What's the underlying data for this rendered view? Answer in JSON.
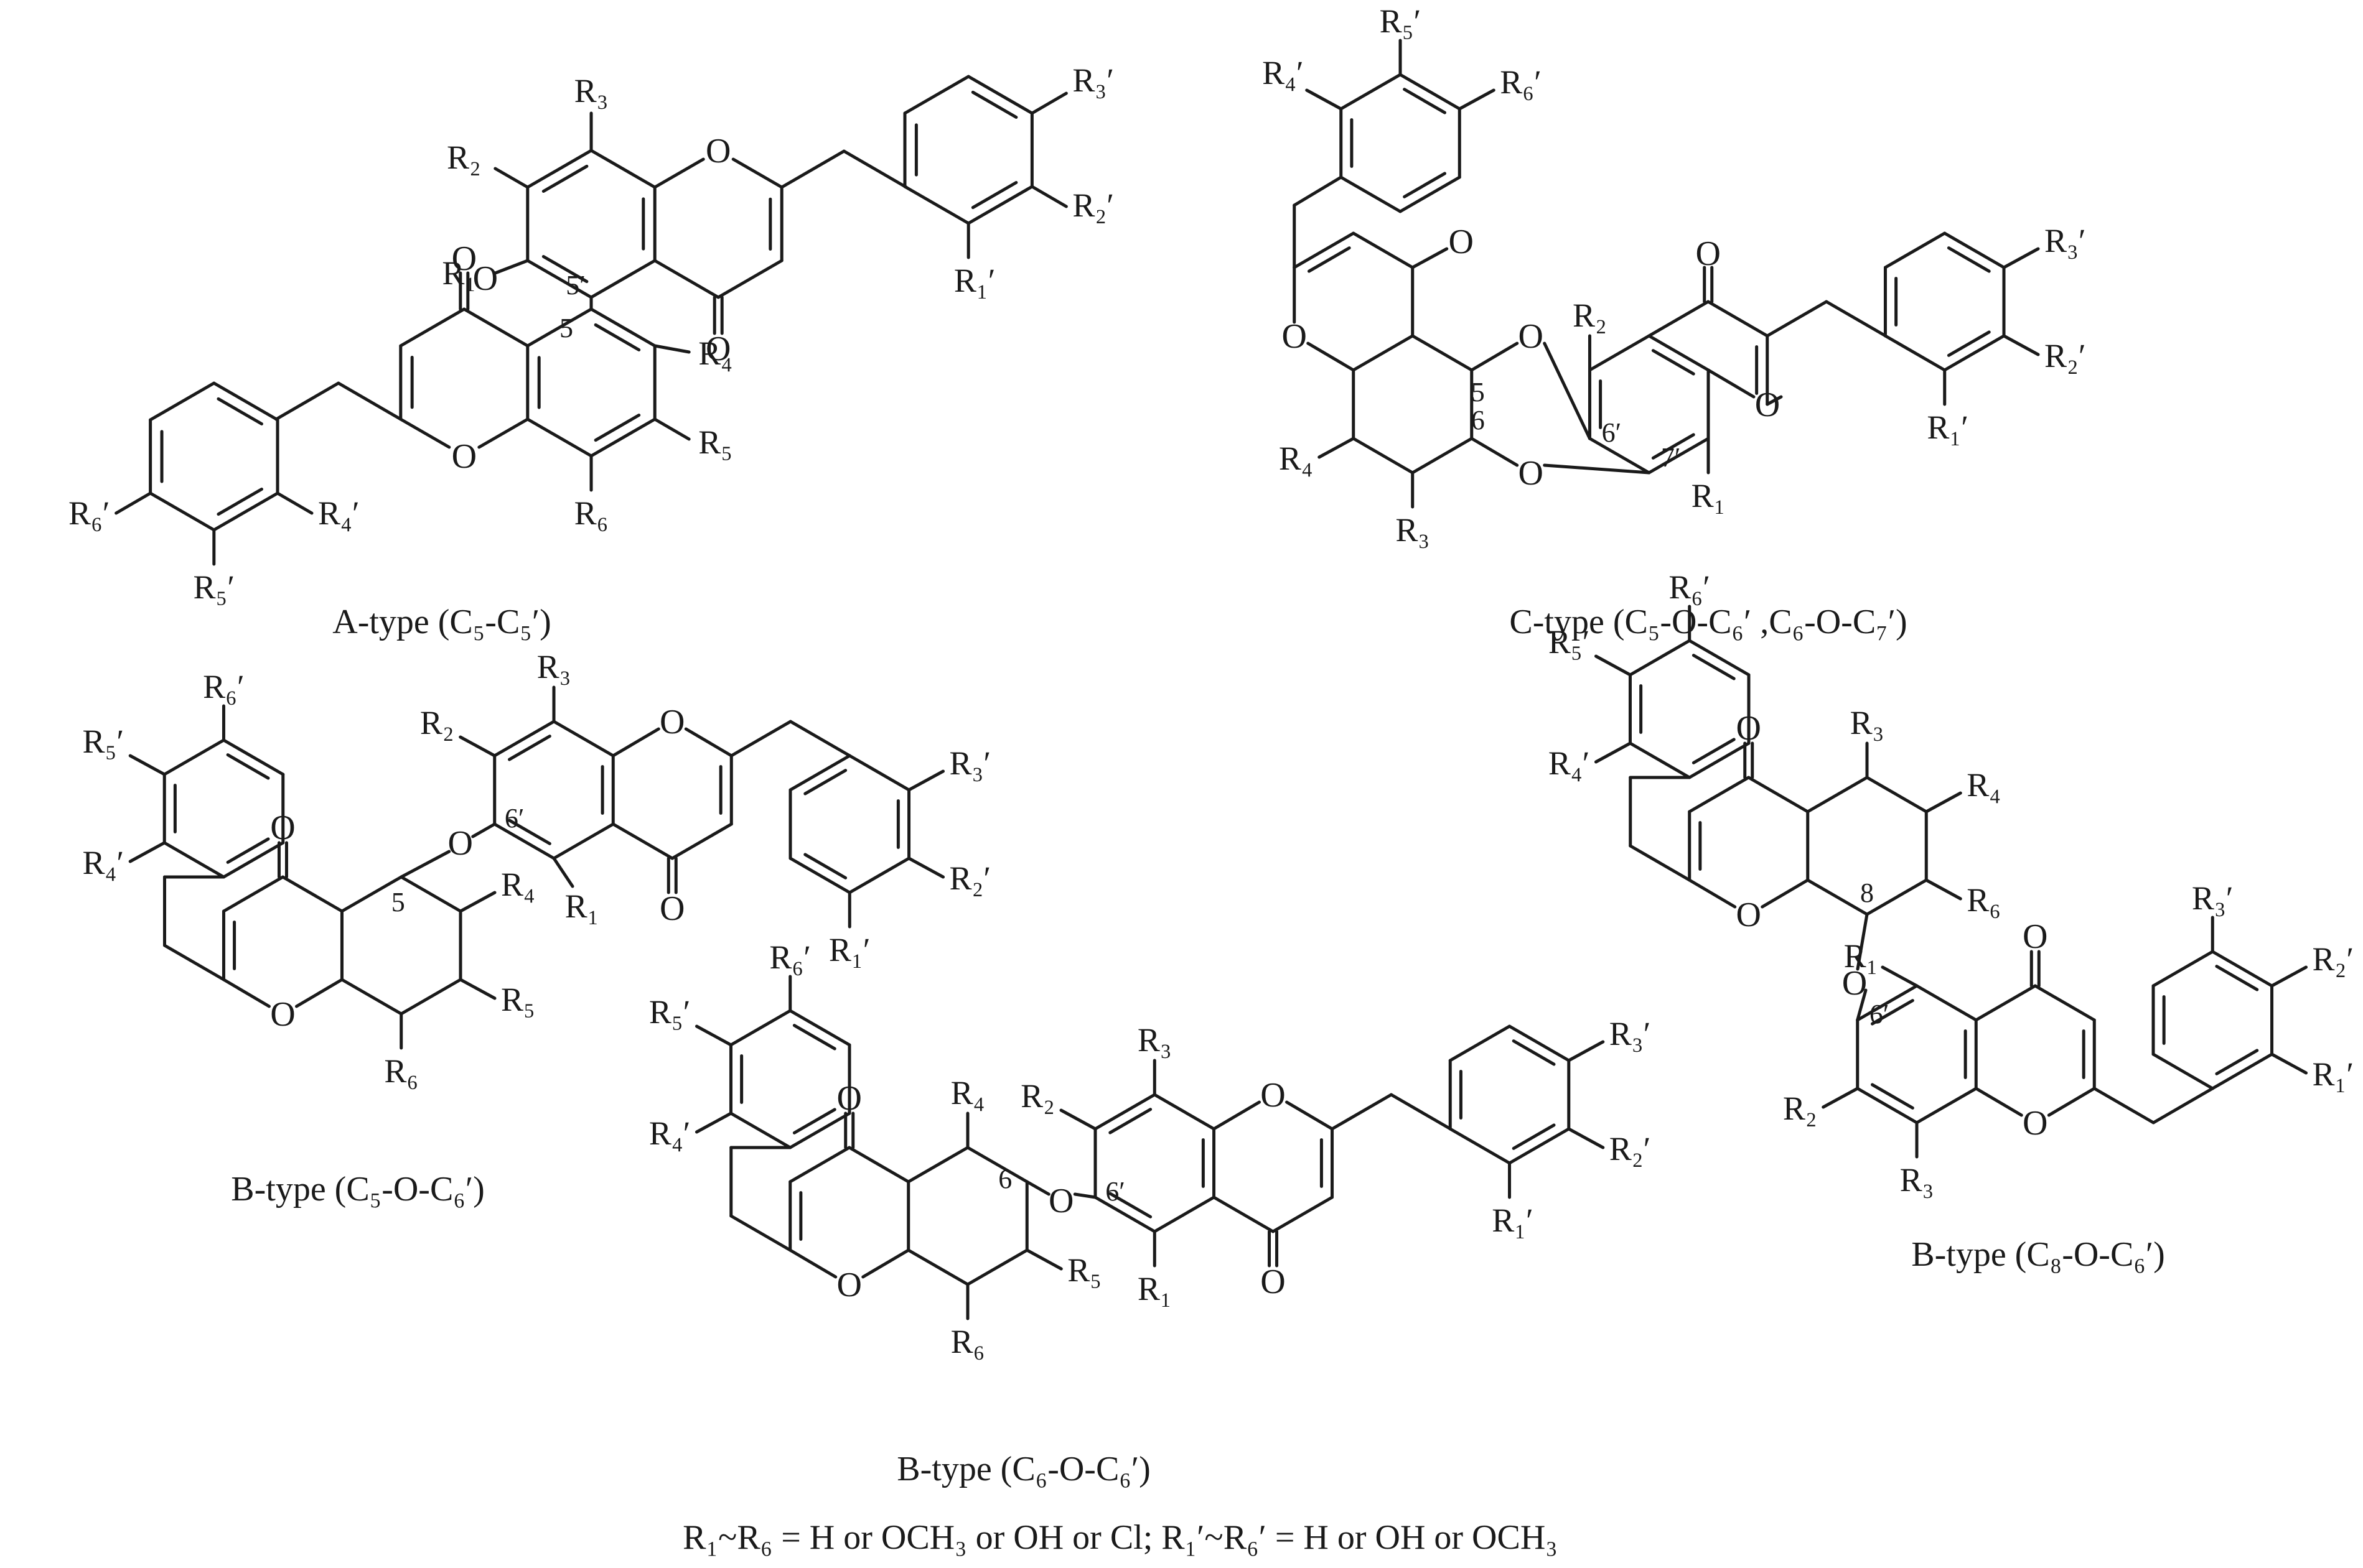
{
  "A_type": {
    "caption": "A-type (C₅-C₅′)",
    "substituents": [
      "R₁",
      "R₂",
      "R₃",
      "R₄",
      "R₅",
      "R₆",
      "R₁′",
      "R₂′",
      "R₃′",
      "R₄′",
      "R₅′",
      "R₆′"
    ],
    "positions": [
      "5",
      "5′"
    ]
  },
  "C_type": {
    "caption": "C-type (C₅-O-C₆′ ,C₆-O-C₇′)",
    "substituents": [
      "R₁",
      "R₂",
      "R₃",
      "R₄",
      "R₁′",
      "R₂′",
      "R₃′",
      "R₄′",
      "R₅′",
      "R₆′"
    ],
    "positions": [
      "5",
      "6",
      "6′",
      "7′"
    ]
  },
  "B_type_C5": {
    "caption": "B-type (C₅-O-C₆′)",
    "substituents": [
      "R₁",
      "R₂",
      "R₃",
      "R₄",
      "R₅",
      "R₆",
      "R₁′",
      "R₂′",
      "R₃′",
      "R₄′",
      "R₅′",
      "R₆′"
    ],
    "positions": [
      "5",
      "6′"
    ]
  },
  "B_type_C8": {
    "caption": "B-type (C₈-O-C₆′)",
    "substituents": [
      "R₁",
      "R₂",
      "R₃",
      "R₄",
      "R₆",
      "R₁′",
      "R₂′",
      "R₃′",
      "R₄′",
      "R₅′",
      "R₆′"
    ],
    "positions": [
      "8",
      "6′"
    ]
  },
  "B_type_C6": {
    "caption": "B-type (C₆-O-C₆′)",
    "substituents": [
      "R₁",
      "R₂",
      "R₃",
      "R₄",
      "R₅",
      "R₆",
      "R₁′",
      "R₂′",
      "R₃′",
      "R₄′",
      "R₅′",
      "R₆′"
    ],
    "positions": [
      "6",
      "6′"
    ]
  },
  "atoms": {
    "oxygen": "O"
  },
  "footer": "R₁~R₆ = H or OCH₃ or OH or Cl; R₁′~R₆′ = H or OH or OCH₃"
}
